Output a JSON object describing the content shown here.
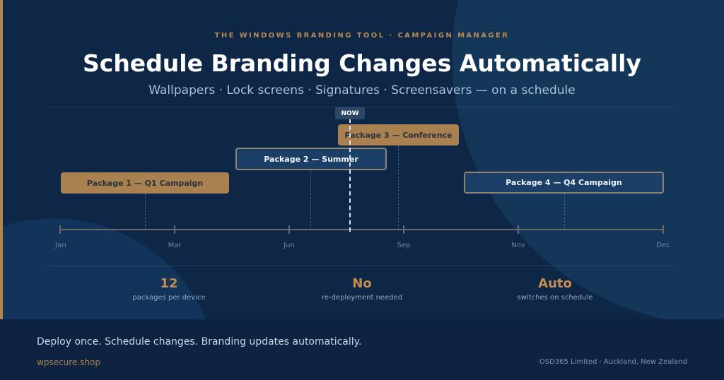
{
  "header": {
    "kicker": "THE WINDOWS BRANDING TOOL · CAMPAIGN MANAGER",
    "title": "Schedule Branding Changes Automatically",
    "subtitle": "Wallpapers · Lock screens · Signatures · Screensavers — on a schedule"
  },
  "timeline": {
    "now_label": "NOW",
    "months": [
      "Jan",
      "Mar",
      "Jun",
      "Sep",
      "Nov",
      "Dec"
    ],
    "packages": [
      {
        "label": "Package 1 — Q1 Campaign",
        "style": "orange"
      },
      {
        "label": "Package 2 — Summer",
        "style": "blue"
      },
      {
        "label": "Package 3 — Conference",
        "style": "orange"
      },
      {
        "label": "Package 4 — Q4 Campaign",
        "style": "blue"
      }
    ]
  },
  "stats": [
    {
      "value": "12",
      "label": "packages per device"
    },
    {
      "value": "No",
      "label": "re-deployment needed"
    },
    {
      "value": "Auto",
      "label": "switches on schedule"
    }
  ],
  "footer": {
    "tagline": "Deploy once. Schedule changes. Branding updates automatically.",
    "site": "wpsecure.shop",
    "company": "OSD365 Limited · Auckland, New Zealand"
  },
  "colors": {
    "background": "#0f2746",
    "accent": "#b08550",
    "package_orange": "#a9804f",
    "package_blue": "#1b3f66"
  }
}
